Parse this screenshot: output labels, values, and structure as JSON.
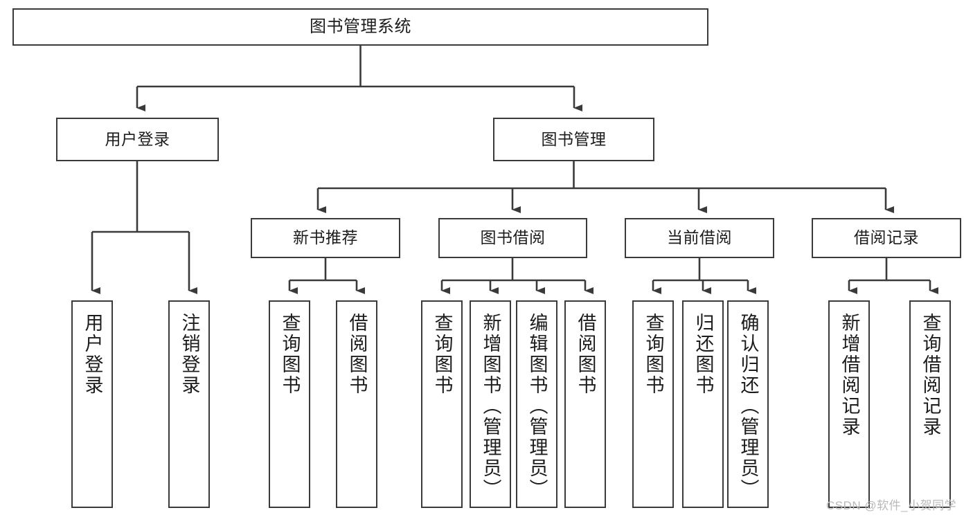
{
  "diagram": {
    "title": "图书管理系统",
    "watermark": "CSDN @软件_小贺同学",
    "colors": {
      "stroke": "#3a3a3a",
      "fill": "#ffffff",
      "text": "#1c1c1c",
      "watermark": "#b9b9b9"
    },
    "nodes": {
      "root": {
        "label": "图书管理系统"
      },
      "level2": [
        {
          "label": "用户登录"
        },
        {
          "label": "图书管理"
        }
      ],
      "level3": [
        {
          "label": "新书推荐"
        },
        {
          "label": "图书借阅"
        },
        {
          "label": "当前借阅"
        },
        {
          "label": "借阅记录"
        }
      ],
      "leaves": {
        "user_login": [
          {
            "label": "用户登录"
          },
          {
            "label": "注销登录"
          }
        ],
        "new_book_rec": [
          {
            "label": "查询图书"
          },
          {
            "label": "借阅图书"
          }
        ],
        "book_borrow": [
          {
            "label": "查询图书"
          },
          {
            "label": "新增图书（管理员）"
          },
          {
            "label": "编辑图书（管理员）"
          },
          {
            "label": "借阅图书"
          }
        ],
        "current_borrow": [
          {
            "label": "查询图书"
          },
          {
            "label": "归还图书"
          },
          {
            "label": "确认归还（管理员）"
          }
        ],
        "borrow_record": [
          {
            "label": "新增借阅记录"
          },
          {
            "label": "查询借阅记录"
          }
        ]
      }
    }
  }
}
